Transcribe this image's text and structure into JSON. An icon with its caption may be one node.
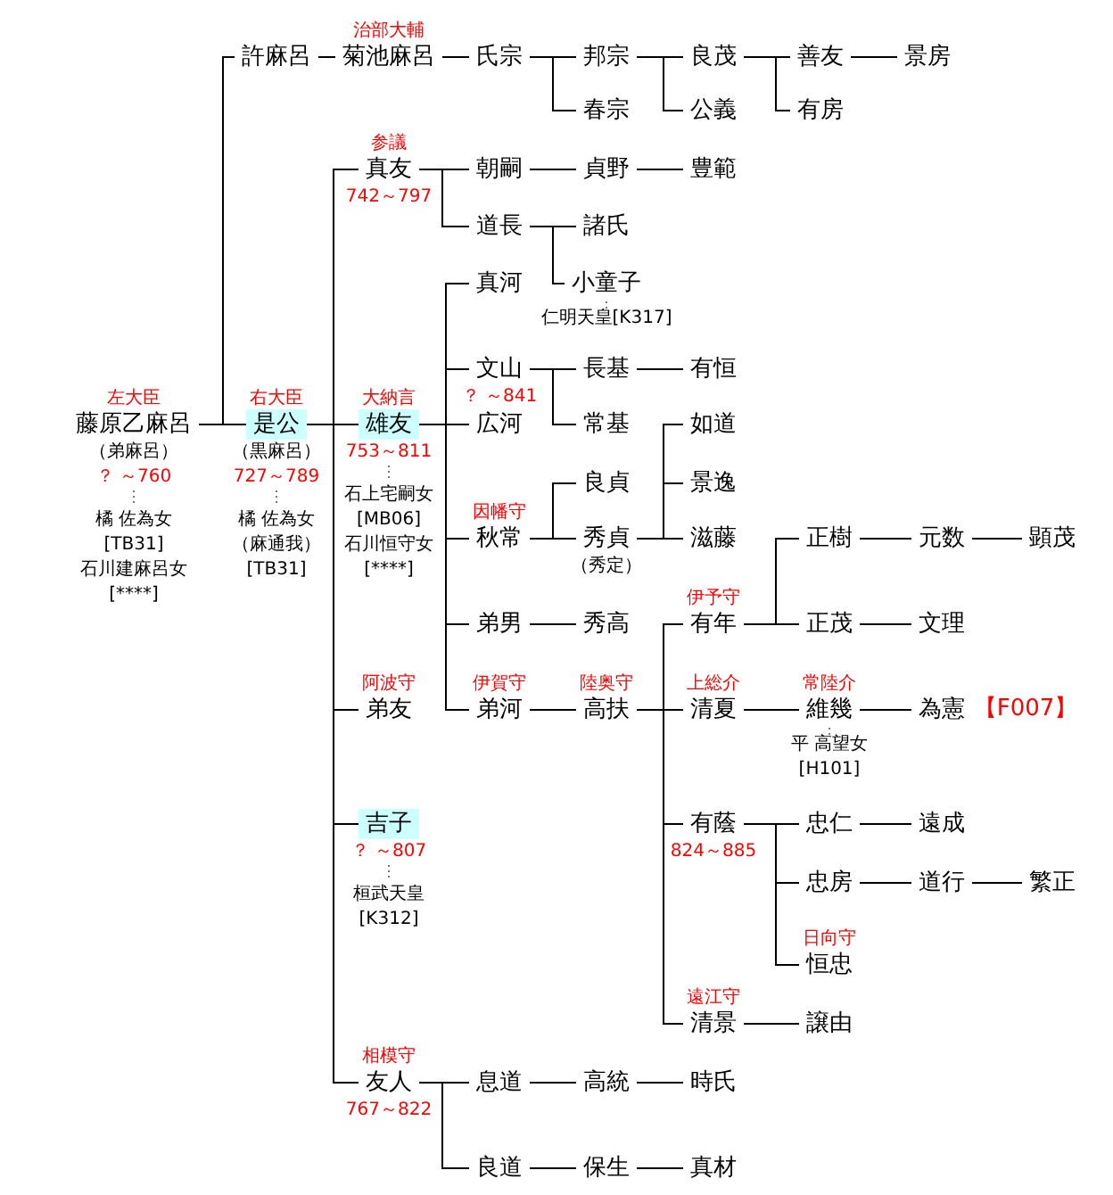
{
  "diagram": {
    "nodes": [
      {
        "text": [
          "藤原乙麻呂"
        ],
        "beside": [
          "左大臣",
          "（弟麻呂）",
          "？ ～760",
          "橘 佐為女",
          "[TB31]",
          "石川建麻呂女",
          "[****]"
        ]
      },
      {
        "text": [
          "許麻呂"
        ]
      },
      {
        "text": [
          "菊池麻呂"
        ],
        "beside": [
          "治部大輔"
        ]
      },
      {
        "text": [
          "氏宗"
        ]
      },
      {
        "text": [
          "邦宗"
        ]
      },
      {
        "text": [
          "良茂"
        ]
      },
      {
        "text": [
          "善友"
        ]
      },
      {
        "text": [
          "景房"
        ]
      },
      {
        "text": [
          "有房"
        ]
      },
      {
        "text": [
          "公義"
        ]
      },
      {
        "text": [
          "春宗"
        ]
      },
      {
        "text": [
          "是公"
        ],
        "beside": [
          "右大臣",
          "（黒麻呂）",
          "727～789",
          "橘 佐為女",
          "（麻通我）",
          "[TB31]"
        ]
      },
      {
        "text": [
          "真友"
        ],
        "beside": [
          "参議",
          "742～797"
        ]
      },
      {
        "text": [
          "朝嗣"
        ]
      },
      {
        "text": [
          "貞野"
        ]
      },
      {
        "text": [
          "豊範"
        ]
      },
      {
        "text": [
          "道長"
        ]
      },
      {
        "text": [
          "諸氏"
        ]
      },
      {
        "text": [
          "小童子"
        ],
        "beside": [
          "仁明天皇[K317]"
        ]
      },
      {
        "text": [
          "雄友"
        ],
        "beside": [
          "大納言",
          "753～811",
          "石上宅嗣女",
          "[MB06]",
          "石川恒守女",
          "[****]"
        ]
      },
      {
        "text": [
          "真河"
        ]
      },
      {
        "text": [
          "文山"
        ],
        "beside": [
          "？ ～841"
        ]
      },
      {
        "text": [
          "長基"
        ]
      },
      {
        "text": [
          "有恒"
        ]
      },
      {
        "text": [
          "常基"
        ]
      },
      {
        "text": [
          "広河"
        ]
      },
      {
        "text": [
          "秋常"
        ],
        "beside": [
          "因幡守"
        ]
      },
      {
        "text": [
          "良貞"
        ]
      },
      {
        "text": [
          "秀貞"
        ],
        "beside": [
          "（秀定）"
        ]
      },
      {
        "text": [
          "如道"
        ]
      },
      {
        "text": [
          "景逸"
        ]
      },
      {
        "text": [
          "滋藤"
        ]
      },
      {
        "text": [
          "弟男"
        ]
      },
      {
        "text": [
          "秀高"
        ]
      },
      {
        "text": [
          "弟河"
        ],
        "beside": [
          "伊賀守"
        ]
      },
      {
        "text": [
          "高扶"
        ],
        "beside": [
          "陸奥守"
        ]
      },
      {
        "text": [
          "有年"
        ],
        "beside": [
          "伊予守"
        ]
      },
      {
        "text": [
          "正樹"
        ]
      },
      {
        "text": [
          "元数"
        ]
      },
      {
        "text": [
          "顕茂"
        ]
      },
      {
        "text": [
          "正茂"
        ]
      },
      {
        "text": [
          "文理"
        ]
      },
      {
        "text": [
          "清夏"
        ],
        "beside": [
          "上総介"
        ]
      },
      {
        "text": [
          "維幾"
        ],
        "beside": [
          "常陸介",
          "平 高望女",
          "[H101]"
        ]
      },
      {
        "text": [
          "為憲"
        ],
        "beside": [
          "【F007】"
        ]
      },
      {
        "text": [
          "有蔭"
        ],
        "beside": [
          "824～885"
        ]
      },
      {
        "text": [
          "忠仁"
        ]
      },
      {
        "text": [
          "遠成"
        ]
      },
      {
        "text": [
          "忠房"
        ]
      },
      {
        "text": [
          "道行"
        ]
      },
      {
        "text": [
          "繁正"
        ]
      },
      {
        "text": [
          "恒忠"
        ],
        "beside": [
          "日向守"
        ]
      },
      {
        "text": [
          "清景"
        ],
        "beside": [
          "遠江守"
        ]
      },
      {
        "text": [
          "譲由"
        ]
      },
      {
        "text": [
          "弟友"
        ],
        "beside": [
          "阿波守"
        ]
      },
      {
        "text": [
          "吉子"
        ],
        "beside": [
          "？ ～807",
          "桓武天皇",
          "[K312]"
        ]
      },
      {
        "text": [
          "友人"
        ],
        "beside": [
          "相模守",
          "767～822"
        ]
      },
      {
        "text": [
          "息道"
        ]
      },
      {
        "text": [
          "高統"
        ]
      },
      {
        "text": [
          "時氏"
        ]
      },
      {
        "text": [
          "良道"
        ]
      },
      {
        "text": [
          "保生"
        ]
      },
      {
        "text": [
          "真材"
        ]
      }
    ],
    "edges": [
      {
        "from": 0,
        "to": 1,
        "arrow": "none"
      },
      {
        "from": 0,
        "to": 11,
        "arrow": "none"
      },
      {
        "from": 1,
        "to": 2,
        "arrow": "none"
      },
      {
        "from": 2,
        "to": 3,
        "arrow": "none"
      },
      {
        "from": 3,
        "to": 4,
        "arrow": "none"
      },
      {
        "from": 3,
        "to": 10,
        "arrow": "none"
      },
      {
        "from": 4,
        "to": 5,
        "arrow": "none"
      },
      {
        "from": 4,
        "to": 9,
        "arrow": "none"
      },
      {
        "from": 5,
        "to": 6,
        "arrow": "none"
      },
      {
        "from": 5,
        "to": 8,
        "arrow": "none"
      },
      {
        "from": 6,
        "to": 7,
        "arrow": "none"
      },
      {
        "from": 11,
        "to": 12,
        "arrow": "none"
      },
      {
        "from": 12,
        "to": 13,
        "arrow": "none"
      },
      {
        "from": 13,
        "to": 14,
        "arrow": "none"
      },
      {
        "from": 14,
        "to": 15,
        "arrow": "none"
      },
      {
        "from": 12,
        "to": 16,
        "arrow": "none"
      },
      {
        "from": 16,
        "to": 17,
        "arrow": "none"
      },
      {
        "from": 16,
        "to": 18,
        "arrow": "none"
      },
      {
        "from": 11,
        "to": 19,
        "arrow": "none"
      },
      {
        "from": 19,
        "to": 20,
        "arrow": "none"
      },
      {
        "from": 19,
        "to": 21,
        "arrow": "none"
      },
      {
        "from": 21,
        "to": 22,
        "arrow": "none"
      },
      {
        "from": 22,
        "to": 23,
        "arrow": "none"
      },
      {
        "from": 21,
        "to": 24,
        "arrow": "none"
      },
      {
        "from": 19,
        "to": 25,
        "arrow": "none"
      },
      {
        "from": 19,
        "to": 26,
        "arrow": "none"
      },
      {
        "from": 26,
        "to": 27,
        "arrow": "none"
      },
      {
        "from": 26,
        "to": 28,
        "arrow": "none"
      },
      {
        "from": 28,
        "to": 29,
        "arrow": "none"
      },
      {
        "from": 28,
        "to": 30,
        "arrow": "none"
      },
      {
        "from": 28,
        "to": 31,
        "arrow": "none"
      },
      {
        "from": 19,
        "to": 32,
        "arrow": "none"
      },
      {
        "from": 32,
        "to": 33,
        "arrow": "none"
      },
      {
        "from": 19,
        "to": 34,
        "arrow": "none"
      },
      {
        "from": 34,
        "to": 35,
        "arrow": "none"
      },
      {
        "from": 35,
        "to": 36,
        "arrow": "none"
      },
      {
        "from": 36,
        "to": 37,
        "arrow": "none"
      },
      {
        "from": 37,
        "to": 38,
        "arrow": "none"
      },
      {
        "from": 38,
        "to": 39,
        "arrow": "none"
      },
      {
        "from": 36,
        "to": 40,
        "arrow": "none"
      },
      {
        "from": 40,
        "to": 41,
        "arrow": "none"
      },
      {
        "from": 35,
        "to": 42,
        "arrow": "none"
      },
      {
        "from": 42,
        "to": 43,
        "arrow": "none"
      },
      {
        "from": 43,
        "to": 44,
        "arrow": "none"
      },
      {
        "from": 35,
        "to": 45,
        "arrow": "none"
      },
      {
        "from": 45,
        "to": 46,
        "arrow": "none"
      },
      {
        "from": 46,
        "to": 47,
        "arrow": "none"
      },
      {
        "from": 45,
        "to": 48,
        "arrow": "none"
      },
      {
        "from": 48,
        "to": 49,
        "arrow": "none"
      },
      {
        "from": 49,
        "to": 50,
        "arrow": "none"
      },
      {
        "from": 45,
        "to": 51,
        "arrow": "none"
      },
      {
        "from": 35,
        "to": 52,
        "arrow": "none"
      },
      {
        "from": 52,
        "to": 53,
        "arrow": "none"
      },
      {
        "from": 11,
        "to": 54,
        "arrow": "none"
      },
      {
        "from": 11,
        "to": 55,
        "arrow": "none"
      },
      {
        "from": 11,
        "to": 56,
        "arrow": "none"
      },
      {
        "from": 56,
        "to": 57,
        "arrow": "none"
      },
      {
        "from": 57,
        "to": 58,
        "arrow": "none"
      },
      {
        "from": 58,
        "to": 59,
        "arrow": "none"
      },
      {
        "from": 56,
        "to": 60,
        "arrow": "none"
      },
      {
        "from": 60,
        "to": 61,
        "arrow": "none"
      },
      {
        "from": 61,
        "to": 62,
        "arrow": "none"
      }
    ]
  }
}
